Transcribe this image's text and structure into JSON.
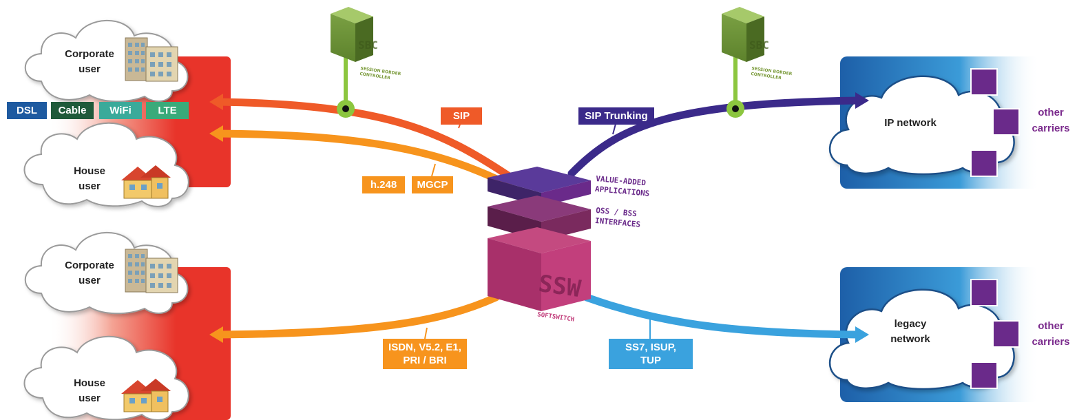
{
  "left_top": {
    "corporate": [
      "Corporate",
      "user"
    ],
    "house": [
      "House",
      "user"
    ],
    "access": [
      "DSL",
      "Cable",
      "WiFi",
      "LTE"
    ]
  },
  "left_bottom": {
    "corporate": [
      "Corporate",
      "user"
    ],
    "house": [
      "House",
      "user"
    ]
  },
  "links": {
    "sip": "SIP",
    "h248": "h.248",
    "mgcp": "MGCP",
    "isdn": [
      "ISDN, V5.2, E1,",
      "PRI / BRI"
    ],
    "sip_trunking": "SIP Trunking",
    "ss7": [
      "SS7, ISUP,",
      "TUP"
    ]
  },
  "center": {
    "value_added": [
      "VALUE-ADDED",
      "APPLICATIONS"
    ],
    "oss_bss": [
      "OSS / BSS",
      "INTERFACES"
    ],
    "ssw": "SSW",
    "softswitch": "SOFTSWITCH"
  },
  "sbc": {
    "label": "SBC",
    "caption": [
      "SESSION BORDER",
      "CONTROLLER"
    ]
  },
  "right": {
    "ip_network": "IP network",
    "legacy_network": [
      "legacy",
      "network"
    ],
    "other_carriers": [
      "other",
      "carriers"
    ]
  },
  "colors": {
    "red": "#e8342a",
    "orange_red": "#ef5a28",
    "orange": "#f7941d",
    "navy": "#3b2a8a",
    "light_blue": "#3aa2de",
    "green": "#8cc63f",
    "purple_box": "#6a2a8a",
    "ssw_box": "#a8306a",
    "cloud_blue": "#1d6fb8"
  }
}
